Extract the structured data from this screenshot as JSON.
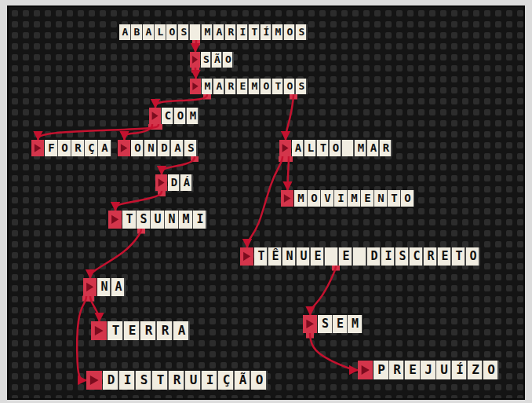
{
  "diagram": {
    "nodes": [
      {
        "text": [
          "ABALOS MARITÍMOS"
        ]
      },
      {
        "text": [
          "SÃO"
        ]
      },
      {
        "text": [
          "MAREMOTOS"
        ]
      },
      {
        "text": [
          "COM"
        ]
      },
      {
        "text": [
          "FORÇA"
        ]
      },
      {
        "text": [
          "ONDAS"
        ]
      },
      {
        "text": [
          "DÁ"
        ]
      },
      {
        "text": [
          "TSUNMI"
        ]
      },
      {
        "text": [
          "NA"
        ]
      },
      {
        "text": [
          "TERRA"
        ]
      },
      {
        "text": [
          "DISTRUIÇÃO"
        ]
      },
      {
        "text": [
          "ALTO MAR"
        ]
      },
      {
        "text": [
          "MOVIMENTO"
        ]
      },
      {
        "text": [
          "TÊNUE E DISCRETO"
        ]
      },
      {
        "text": [
          "SEM"
        ]
      },
      {
        "text": [
          "PREJUÍZO"
        ]
      }
    ],
    "edges": [
      {
        "from": 0,
        "to": 1,
        "arrow": "to"
      },
      {
        "from": 1,
        "to": 2,
        "arrow": "to"
      },
      {
        "from": 2,
        "to": 3,
        "arrow": "to"
      },
      {
        "from": 2,
        "to": 11,
        "arrow": "to"
      },
      {
        "from": 3,
        "to": 4,
        "arrow": "to"
      },
      {
        "from": 3,
        "to": 5,
        "arrow": "to"
      },
      {
        "from": 5,
        "to": 6,
        "arrow": "to"
      },
      {
        "from": 6,
        "to": 7,
        "arrow": "to"
      },
      {
        "from": 7,
        "to": 8,
        "arrow": "to"
      },
      {
        "from": 8,
        "to": 9,
        "arrow": "to"
      },
      {
        "from": 8,
        "to": 10,
        "arrow": "to"
      },
      {
        "from": 11,
        "to": 12,
        "arrow": "to"
      },
      {
        "from": 11,
        "to": 13,
        "arrow": "to"
      },
      {
        "from": 13,
        "to": 14,
        "arrow": "to"
      },
      {
        "from": 14,
        "to": 15,
        "arrow": "to"
      }
    ]
  }
}
